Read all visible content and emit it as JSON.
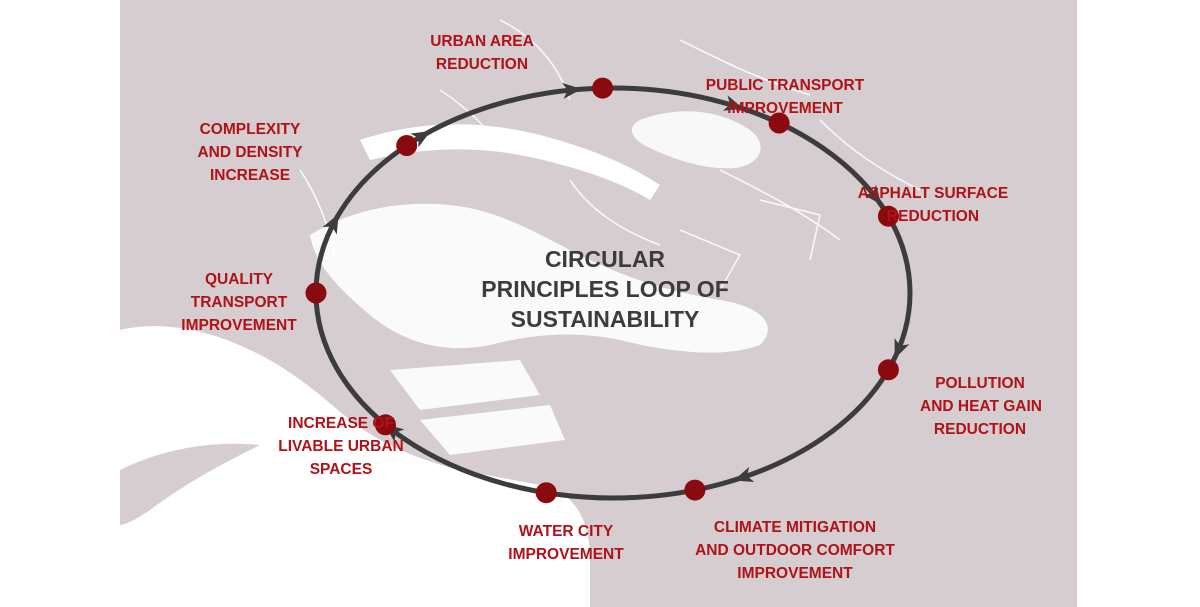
{
  "diagram": {
    "title_lines": [
      "CIRCULAR",
      "PRINCIPLES LOOP OF",
      "SUSTAINABILITY"
    ],
    "colors": {
      "map_land": "#d5cdcf",
      "map_water_light": "#ffffff",
      "loop_stroke": "#3c3c3c",
      "node_fill": "#8b0a10",
      "label_text": "#b01218",
      "title_text": "#3c3c3c"
    },
    "nodes": [
      {
        "id": "urban-area-reduction",
        "lines": [
          "URBAN AREA",
          "REDUCTION"
        ]
      },
      {
        "id": "public-transport-improvement",
        "lines": [
          "PUBLIC TRANSPORT",
          "IMPROVEMENT"
        ]
      },
      {
        "id": "asphalt-surface-reduction",
        "lines": [
          "ASPHALT SURFACE",
          "REDUCTION"
        ]
      },
      {
        "id": "pollution-heat-gain-reduction",
        "lines": [
          "POLLUTION",
          "AND HEAT GAIN",
          "REDUCTION"
        ]
      },
      {
        "id": "climate-mitigation-outdoor-comfort",
        "lines": [
          "CLIMATE MITIGATION",
          "AND OUTDOOR COMFORT",
          "IMPROVEMENT"
        ]
      },
      {
        "id": "water-city-improvement",
        "lines": [
          "WATER CITY",
          "IMPROVEMENT"
        ]
      },
      {
        "id": "increase-livable-urban-spaces",
        "lines": [
          "INCREASE OF",
          "LIVABLE URBAN",
          "SPACES"
        ]
      },
      {
        "id": "quality-transport-improvement",
        "lines": [
          "QUALITY",
          "TRANSPORT",
          "IMPROVEMENT"
        ]
      },
      {
        "id": "complexity-density-increase",
        "lines": [
          "COMPLEXITY",
          "AND DENSITY",
          "INCREASE"
        ]
      }
    ],
    "flow_direction": "clockwise"
  }
}
